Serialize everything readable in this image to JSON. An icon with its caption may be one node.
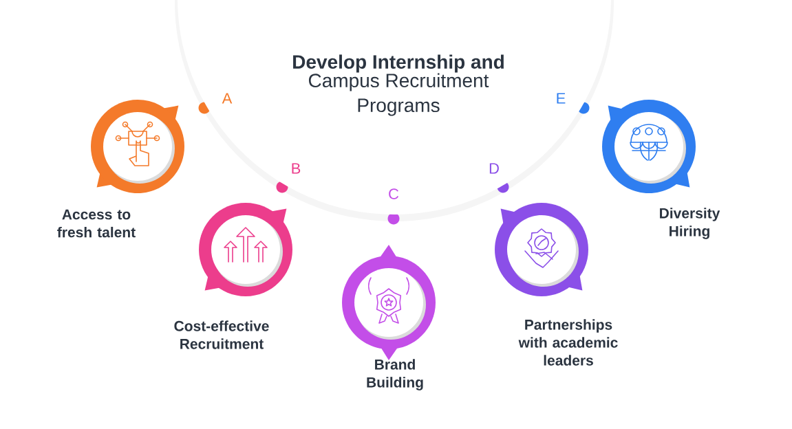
{
  "diagram": {
    "nodes": [
      {
        "text": [
          "Develop Internship and",
          "Campus Recruitment Programs"
        ]
      },
      {
        "text": [
          "Access to fresh talent"
        ]
      },
      {
        "text": [
          "Cost-effective Recruitment"
        ]
      },
      {
        "text": [
          "Brand Building"
        ]
      },
      {
        "text": [
          "Partnerships with academic leaders"
        ]
      },
      {
        "text": [
          "Diversity Hiring"
        ]
      }
    ],
    "labels": [
      "A",
      "B",
      "C",
      "D",
      "E"
    ]
  }
}
